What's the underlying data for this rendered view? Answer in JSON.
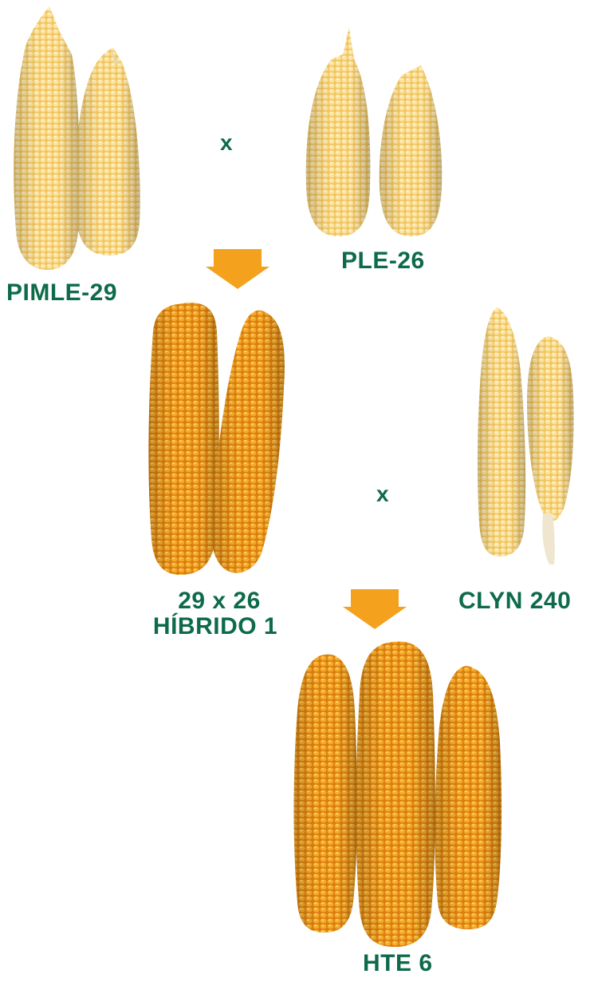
{
  "parents": {
    "female": {
      "label": "PIMLE-29"
    },
    "male": {
      "label": "PLE-26"
    }
  },
  "cross_symbol": "x",
  "hybrid_one": {
    "line1": "29 x 26",
    "line2": "HÍBRIDO 1"
  },
  "tester": {
    "label": "CLYN 240"
  },
  "final_hybrid": {
    "label": "HTE 6"
  },
  "colors": {
    "text": "#0e6b4a",
    "arrow": "#f4a11d",
    "pale_kernel": "#f8d77e",
    "orange_kernel": "#f3a51f"
  },
  "icons": [
    "corn-ear-icon",
    "arrow-down-icon"
  ]
}
